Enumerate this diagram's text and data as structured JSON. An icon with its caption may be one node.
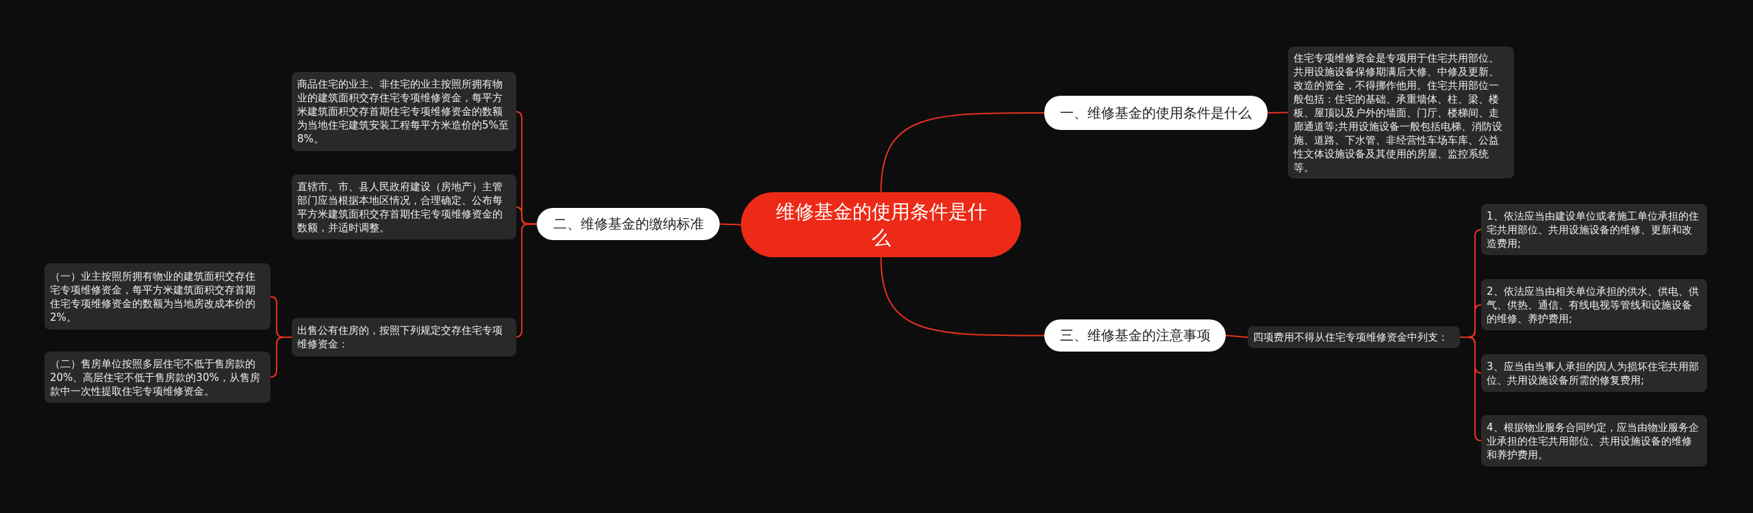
{
  "diagram": {
    "nodes": [
      {
        "text": [
          "维修基金的使用条件是什么"
        ]
      },
      {
        "text": [
          "一、维修基金的使用条件是什么"
        ]
      },
      {
        "text": [
          "住宅专项维修资金是专项用于住宅共用部位、共用设施设备保修期满后大修、中修及更新、改造的资金，不得挪作他用。住宅共用部位一般包括：住宅的基础、承重墙体、柱、梁、楼板、屋顶以及户外的墙面、门厅、楼梯间、走廊通道等;共用设施设备一般包括电梯、消防设施、道路、下水管、非经营性车场车库、公益性文体设施设备及其使用的房屋、监控系统等。"
        ]
      },
      {
        "text": [
          "二、维修基金的缴纳标准"
        ]
      },
      {
        "text": [
          "商品住宅的业主、非住宅的业主按照所拥有物业的建筑面积交存住宅专项维修资金，每平方米建筑面积交存首期住宅专项维修资金的数额为当地住宅建筑安装工程每平方米造价的5%至8%。"
        ]
      },
      {
        "text": [
          "直辖市、市、县人民政府建设（房地产）主管部门应当根据本地区情况，合理确定、公布每平方米建筑面积交存首期住宅专项维修资金的数额，并适时调整。"
        ]
      },
      {
        "text": [
          "出售公有住房的，按照下列规定交存住宅专项维修资金："
        ]
      },
      {
        "text": [
          "（一）业主按照所拥有物业的建筑面积交存住宅专项维修资金，每平方米建筑面积交存首期住宅专项维修资金的数额为当地房改成本价的2%。"
        ]
      },
      {
        "text": [
          "（二）售房单位按照多层住宅不低于售房款的20%、高层住宅不低于售房款的30%，从售房款中一次性提取住宅专项维修资金。"
        ]
      },
      {
        "text": [
          "三、维修基金的注意事项"
        ]
      },
      {
        "text": [
          "四项费用不得从住宅专项维修资金中列支："
        ]
      },
      {
        "text": [
          "1、依法应当由建设单位或者施工单位承担的住宅共用部位、共用设施设备的维修、更新和改造费用;"
        ]
      },
      {
        "text": [
          "2、依法应当由相关单位承担的供水、供电、供气、供热、通信、有线电视等管线和设施设备的维修、养护费用;"
        ]
      },
      {
        "text": [
          "3、应当由当事人承担的因人为损坏住宅共用部位、共用设施设备所需的修复费用;"
        ]
      },
      {
        "text": [
          "4、根据物业服务合同约定，应当由物业服务企业承担的住宅共用部位、共用设施设备的维修和养护费用。"
        ]
      }
    ],
    "edges": [
      {
        "from": 0,
        "to": 1,
        "arrow": "none"
      },
      {
        "from": 1,
        "to": 2,
        "arrow": "none"
      },
      {
        "from": 0,
        "to": 3,
        "arrow": "none"
      },
      {
        "from": 3,
        "to": 4,
        "arrow": "none"
      },
      {
        "from": 3,
        "to": 5,
        "arrow": "none"
      },
      {
        "from": 3,
        "to": 6,
        "arrow": "none"
      },
      {
        "from": 6,
        "to": 7,
        "arrow": "none"
      },
      {
        "from": 6,
        "to": 8,
        "arrow": "none"
      },
      {
        "from": 0,
        "to": 9,
        "arrow": "none"
      },
      {
        "from": 9,
        "to": 10,
        "arrow": "none"
      },
      {
        "from": 10,
        "to": 11,
        "arrow": "none"
      },
      {
        "from": 10,
        "to": 12,
        "arrow": "none"
      },
      {
        "from": 10,
        "to": 13,
        "arrow": "none"
      },
      {
        "from": 10,
        "to": 14,
        "arrow": "none"
      }
    ]
  }
}
